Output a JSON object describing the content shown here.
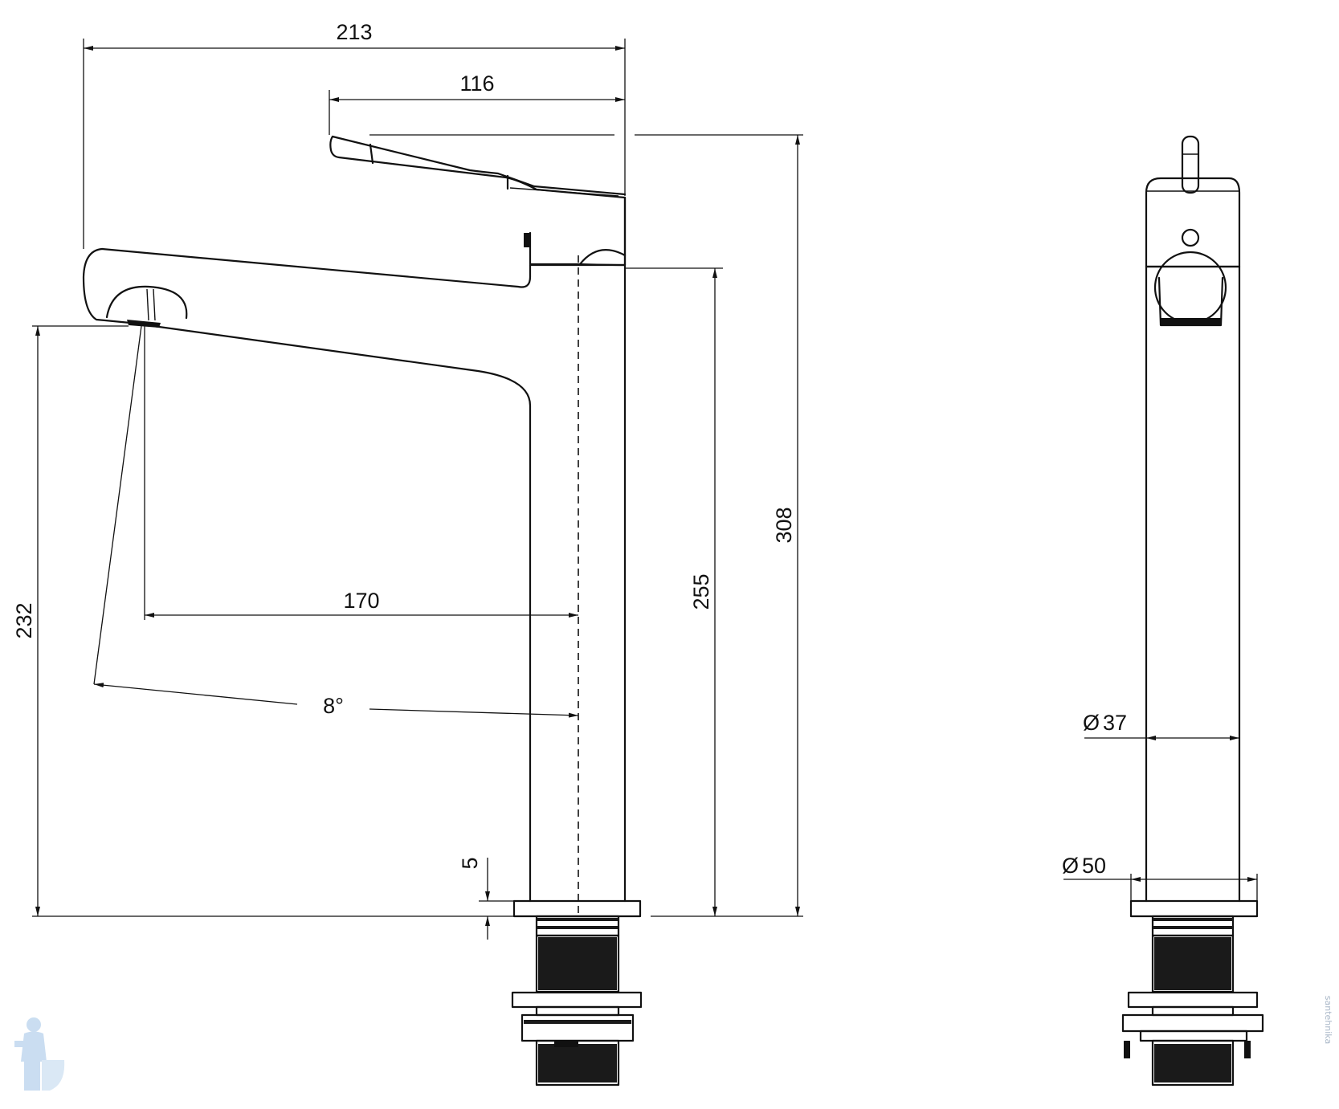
{
  "dimensions": {
    "overall_length": "213",
    "handle_reach": "116",
    "total_height": "308",
    "body_height": "255",
    "spout_clearance": "232",
    "spout_projection": "170",
    "swivel_angle": "8°",
    "base_thickness": "5",
    "body_diameter": "37",
    "base_diameter": "50"
  },
  "diameter_symbol": "Ø",
  "watermark": "santehnika"
}
